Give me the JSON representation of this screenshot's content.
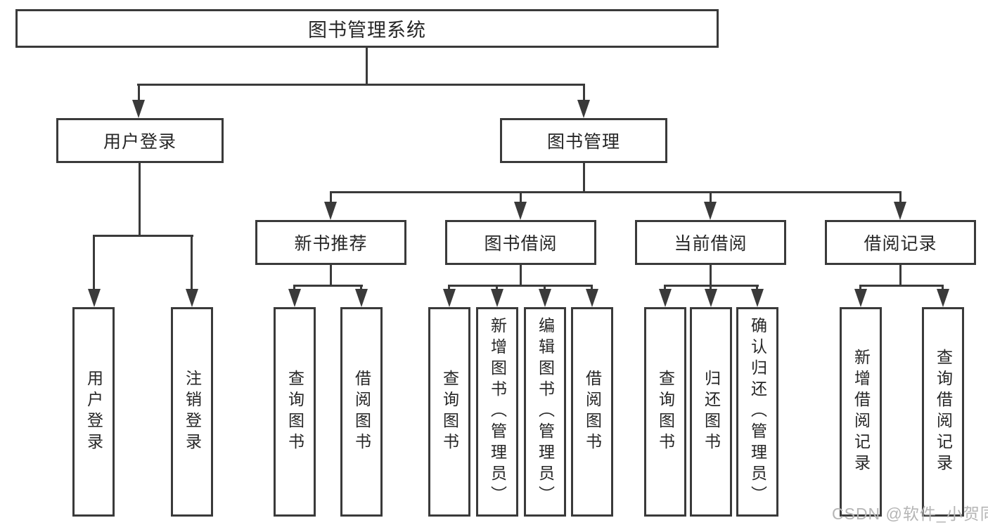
{
  "colors": {
    "line": "#3a3a3a",
    "text": "#262626",
    "background": "#ffffff",
    "watermark": "#b5b5b5"
  },
  "diagram": {
    "root": {
      "label": "图书管理系统"
    },
    "branches": [
      {
        "label": "用户登录",
        "children": [
          {
            "label": "用户登录"
          },
          {
            "label": "注销登录"
          }
        ]
      },
      {
        "label": "图书管理",
        "children": [
          {
            "label": "新书推荐",
            "children": [
              {
                "label": "查询图书"
              },
              {
                "label": "借阅图书"
              }
            ]
          },
          {
            "label": "图书借阅",
            "children": [
              {
                "label": "查询图书"
              },
              {
                "label": "新增图书（管理员）"
              },
              {
                "label": "编辑图书（管理员）"
              },
              {
                "label": "借阅图书"
              }
            ]
          },
          {
            "label": "当前借阅",
            "children": [
              {
                "label": "查询图书"
              },
              {
                "label": "归还图书"
              },
              {
                "label": "确认归还（管理员）"
              }
            ]
          },
          {
            "label": "借阅记录",
            "children": [
              {
                "label": "新增借阅记录"
              },
              {
                "label": "查询借阅记录"
              }
            ]
          }
        ]
      }
    ]
  },
  "watermark": {
    "text": "CSDN @软件_小贺同学"
  }
}
